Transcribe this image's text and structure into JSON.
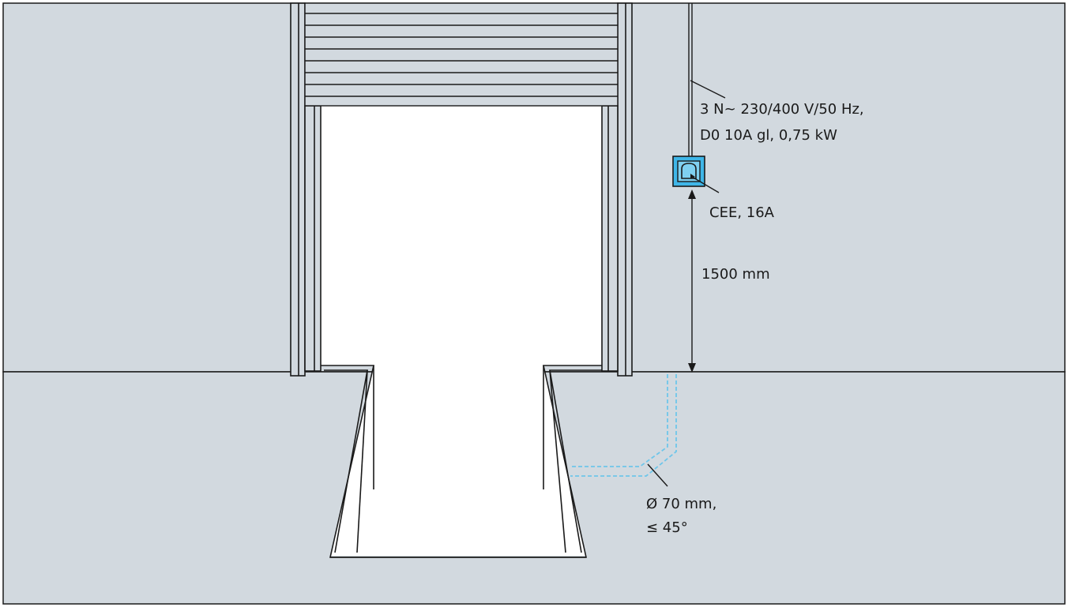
{
  "colors": {
    "wall": "#d2d9df",
    "floor": "#d2d9df",
    "line": "#1a1a1a",
    "opening": "#ffffff",
    "socket_fill": "#3fb6e8",
    "conduit": "#6ec6ea"
  },
  "labels": {
    "power_line1": "3 N~ 230/400 V/50 Hz,",
    "power_line2": "D0 10A gl, 0,75 kW",
    "socket": "CEE, 16A",
    "height": "1500 mm",
    "conduit_line1": "Ø 70 mm,",
    "conduit_line2": "≤ 45°"
  },
  "icons": {
    "socket": "cee-socket-icon",
    "dimension": "double-arrow-icon"
  }
}
